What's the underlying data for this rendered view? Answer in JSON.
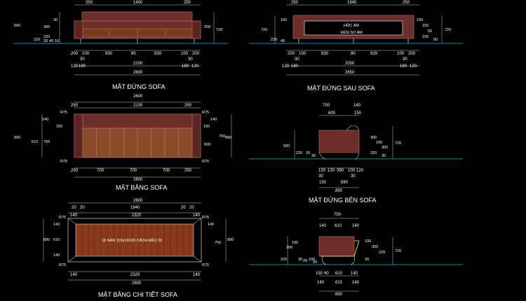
{
  "colors": {
    "background": "#000000",
    "dimension": "#ffffff",
    "ground": "#00bcd4",
    "sofa_fill": "#6d2e2a",
    "sofa_line": "#b87b6c",
    "seat_outline": "#ffff44",
    "panel": "#8a4b2c"
  },
  "views": {
    "front_elevation": {
      "title": "MẶT ĐỨNG SOFA",
      "top_dims": [
        "250",
        "1400",
        "250"
      ],
      "bottom_dims_1": [
        "200",
        "100",
        "930",
        "80",
        "930",
        "100",
        "200"
      ],
      "bottom_dims_2": [
        "30",
        "30"
      ],
      "bottom_dims_3": [
        "120",
        "180",
        "180",
        "120"
      ],
      "overall_1": "2100",
      "overall_2": "2600",
      "left_dims": [
        "500",
        "220",
        "300",
        "30",
        "220",
        "20",
        "40",
        "10"
      ],
      "right_dims": [
        "250",
        "720"
      ]
    },
    "back_elevation": {
      "title": "MẶT ĐỨNG SAU SOFA",
      "top_dims": [
        "250",
        "1940",
        "250"
      ],
      "label_top": "HỘC ÂM",
      "label_bottom": "ĐỆN SO ÂM",
      "bottom_dims_1": [
        "200",
        "100",
        "930",
        "80",
        "929",
        "100",
        "200"
      ],
      "bottom_dims_2": [
        "30",
        "30"
      ],
      "bottom_dims_3": [
        "120",
        "180",
        "180",
        "120"
      ],
      "overall_1": "2050",
      "overall_2": "2650",
      "left_dims": [
        "720",
        "220",
        "100",
        "40"
      ],
      "right_dims": [
        "230",
        "150",
        "50",
        "100",
        "50",
        "720"
      ]
    },
    "plan": {
      "title": "MẶT BẰNG SOFA",
      "top_dims": [
        "250",
        "2100",
        "250"
      ],
      "overall_top": "2600",
      "bottom_dims": [
        "250",
        "700",
        "700",
        "700",
        "250"
      ],
      "overall_bottom": "2600",
      "left_dims": [
        "R75",
        "140",
        "890",
        "610",
        "750",
        "150",
        "R75"
      ],
      "right_dims": [
        "R75",
        "140",
        "150",
        "750",
        "890",
        "600",
        "R75"
      ]
    },
    "side_elevation": {
      "title": "MẶT ĐỨNG BÊN SOFA",
      "top_dims": [
        "750",
        "140",
        "600",
        "150"
      ],
      "bottom_dims_1": [
        "120",
        "120",
        "390",
        "100",
        "120"
      ],
      "bottom_dims_2": [
        "30",
        "30"
      ],
      "bottom_dims_3": [
        "150",
        "590"
      ],
      "overall": "890",
      "left_dims": [
        "500",
        "220",
        "20",
        "30"
      ],
      "right_dims": [
        "300",
        "100",
        "300",
        "220",
        "30",
        "720"
      ]
    },
    "plan_detail": {
      "title": "MẶT BẰNG CHI TIẾT SOFA",
      "top_dims_1": [
        "2600"
      ],
      "top_dims_2": [
        "20",
        "20",
        "1940",
        "20",
        "20"
      ],
      "top_dims_3": [
        "140",
        "2320",
        "140"
      ],
      "seat_note": "18 NAN 110x18X20 CÁCH ĐỀU 20",
      "bottom_dims": [
        "140",
        "2320",
        "140"
      ],
      "overall_bottom": "2600",
      "left_dims": [
        "R75",
        "140",
        "890",
        "610",
        "140",
        "R75"
      ],
      "right_dims": [
        "R75",
        "140",
        "750",
        "890",
        "R75"
      ]
    },
    "side_detail": {
      "top_dims": [
        "750",
        "140",
        "610",
        "140"
      ],
      "bottom_dims_1": [
        "150",
        "40",
        "610",
        "140"
      ],
      "bottom_dims_2": [
        "140",
        "610",
        "140"
      ],
      "overall": "890",
      "left_dims": [
        "220",
        "300",
        "100",
        "30",
        "20",
        "100",
        "20"
      ],
      "right_dims": [
        "100",
        "300",
        "220",
        "30",
        "720"
      ]
    }
  }
}
